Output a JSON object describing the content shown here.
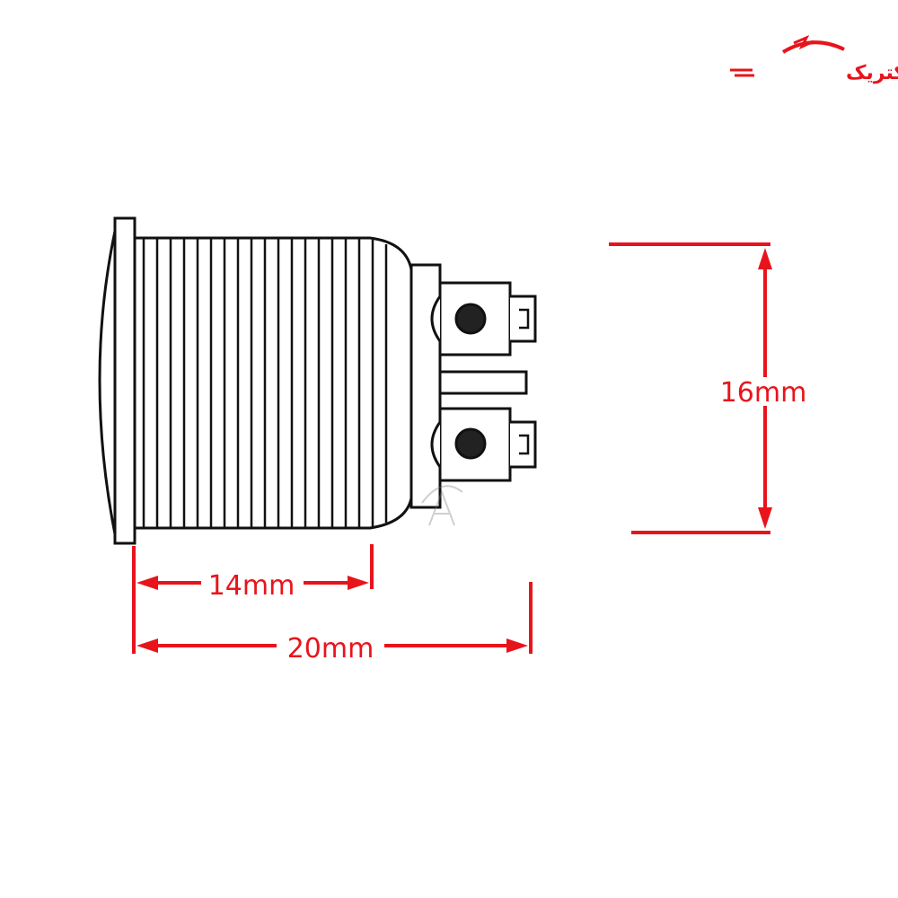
{
  "brand": {
    "logo_text": "آتاالکتریک",
    "color": "#e8141c"
  },
  "dimensions": {
    "height_label": "16mm",
    "body_length_label": "14mm",
    "total_length_label": "20mm"
  },
  "colors": {
    "dimension": "#e8141c",
    "outline": "#111111"
  }
}
